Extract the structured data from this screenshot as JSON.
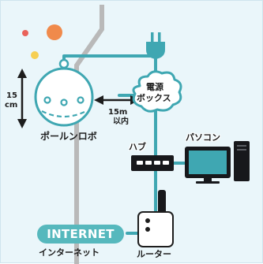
{
  "labels": {
    "robot": "ポールンロボ",
    "size_number": "15",
    "size_unit": "cm",
    "distance_number": "15m",
    "distance_suffix": "以内",
    "power_box_line1": "電源",
    "power_box_line2": "ボックス",
    "hub": "ハブ",
    "pc": "パソコン",
    "internet_badge": "INTERNET",
    "internet_caption": "インターネット",
    "router": "ルーター"
  },
  "colors": {
    "background": "#eaf6fa",
    "cable": "#3fa7b2",
    "wall": "#b9b9b9",
    "device": "#17181b",
    "pill": "#56b8bd",
    "dot_orange": "#f08a4b",
    "dot_red": "#e9625a",
    "dot_yellow": "#f6cf53"
  },
  "icons": [
    "power-plug-icon",
    "router-icon",
    "hub-icon",
    "monitor-icon",
    "pc-tower-icon",
    "robot-icon",
    "double-arrow-icon"
  ]
}
